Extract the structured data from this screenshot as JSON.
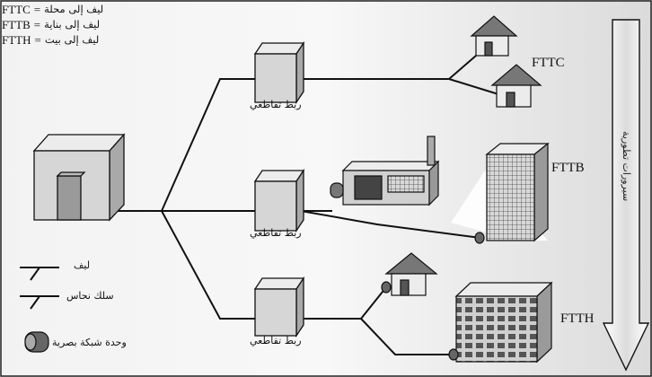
{
  "legend_top": [
    {
      "abbr": "FTTC",
      "equals": "=",
      "arabic": "ليف إلى محلة"
    },
    {
      "abbr": "FTTB",
      "equals": "=",
      "arabic": "ليف إلى بناية"
    },
    {
      "abbr": "FTTH",
      "equals": "=",
      "arabic": "ليف إلى بيت"
    }
  ],
  "legend_bottom": {
    "fiber": "ليف",
    "copper": "سلك نحاس",
    "onu": "وحدة شبكة بصرية"
  },
  "nodes": {
    "cross_connect_top": "ربط تقاطعي",
    "cross_connect_mid": "ربط تقاطعي",
    "cross_connect_bot": "ربط تقاطعي"
  },
  "labels": {
    "fttc": "FTTC",
    "fttb": "FTTB",
    "ftth": "FTTH"
  },
  "arrow_text": "سيرورات تطورية",
  "colors": {
    "line": "#111111",
    "box_face": "#d6d6d6",
    "box_top": "#ebebeb",
    "box_side": "#a9a9a9",
    "background": "#ffffff",
    "shade": "#c8c8c8"
  }
}
